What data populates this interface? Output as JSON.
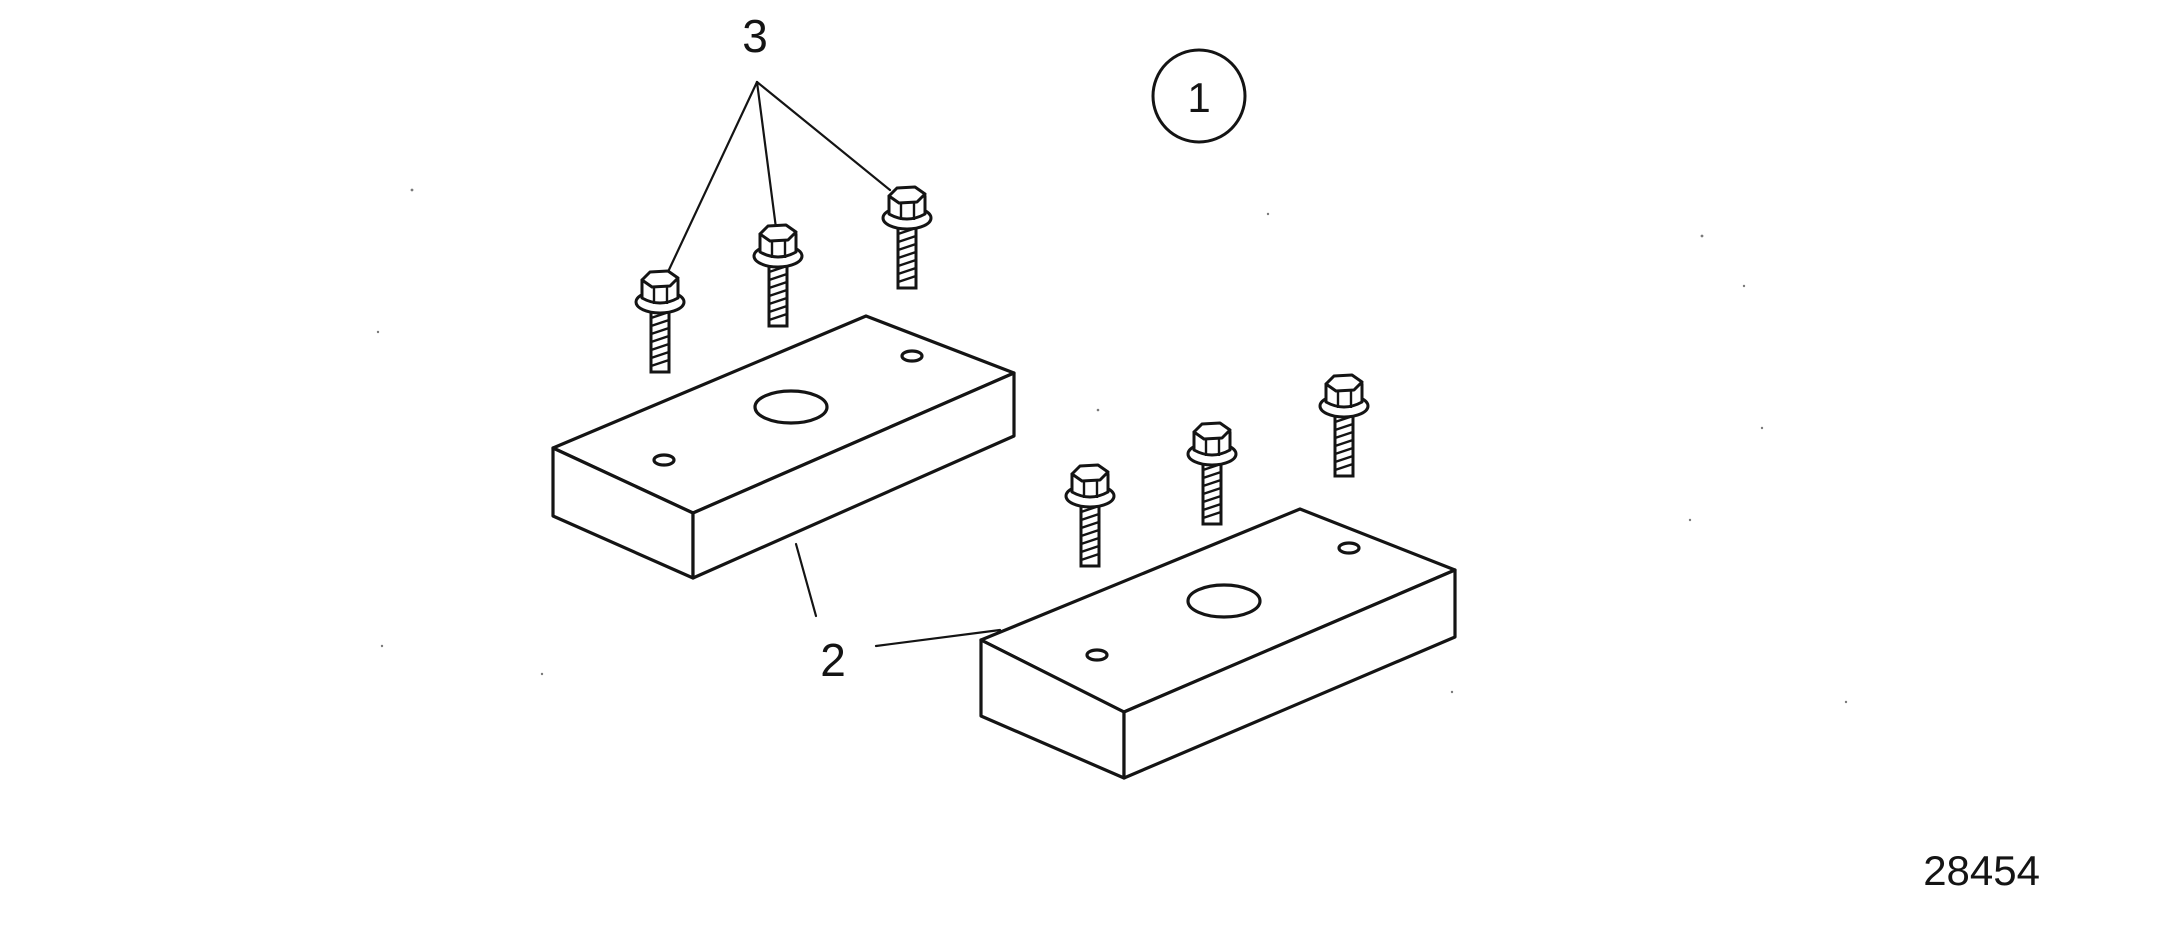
{
  "callouts": {
    "step_number": "1",
    "screws_label": "3",
    "spacers_label": "2"
  },
  "figure_number": "28454",
  "colors": {
    "ink": "#141414",
    "paper": "#ffffff"
  },
  "icons": {
    "screw": "flange-head-bolt-icon",
    "spacer": "spacer-block-icon"
  }
}
